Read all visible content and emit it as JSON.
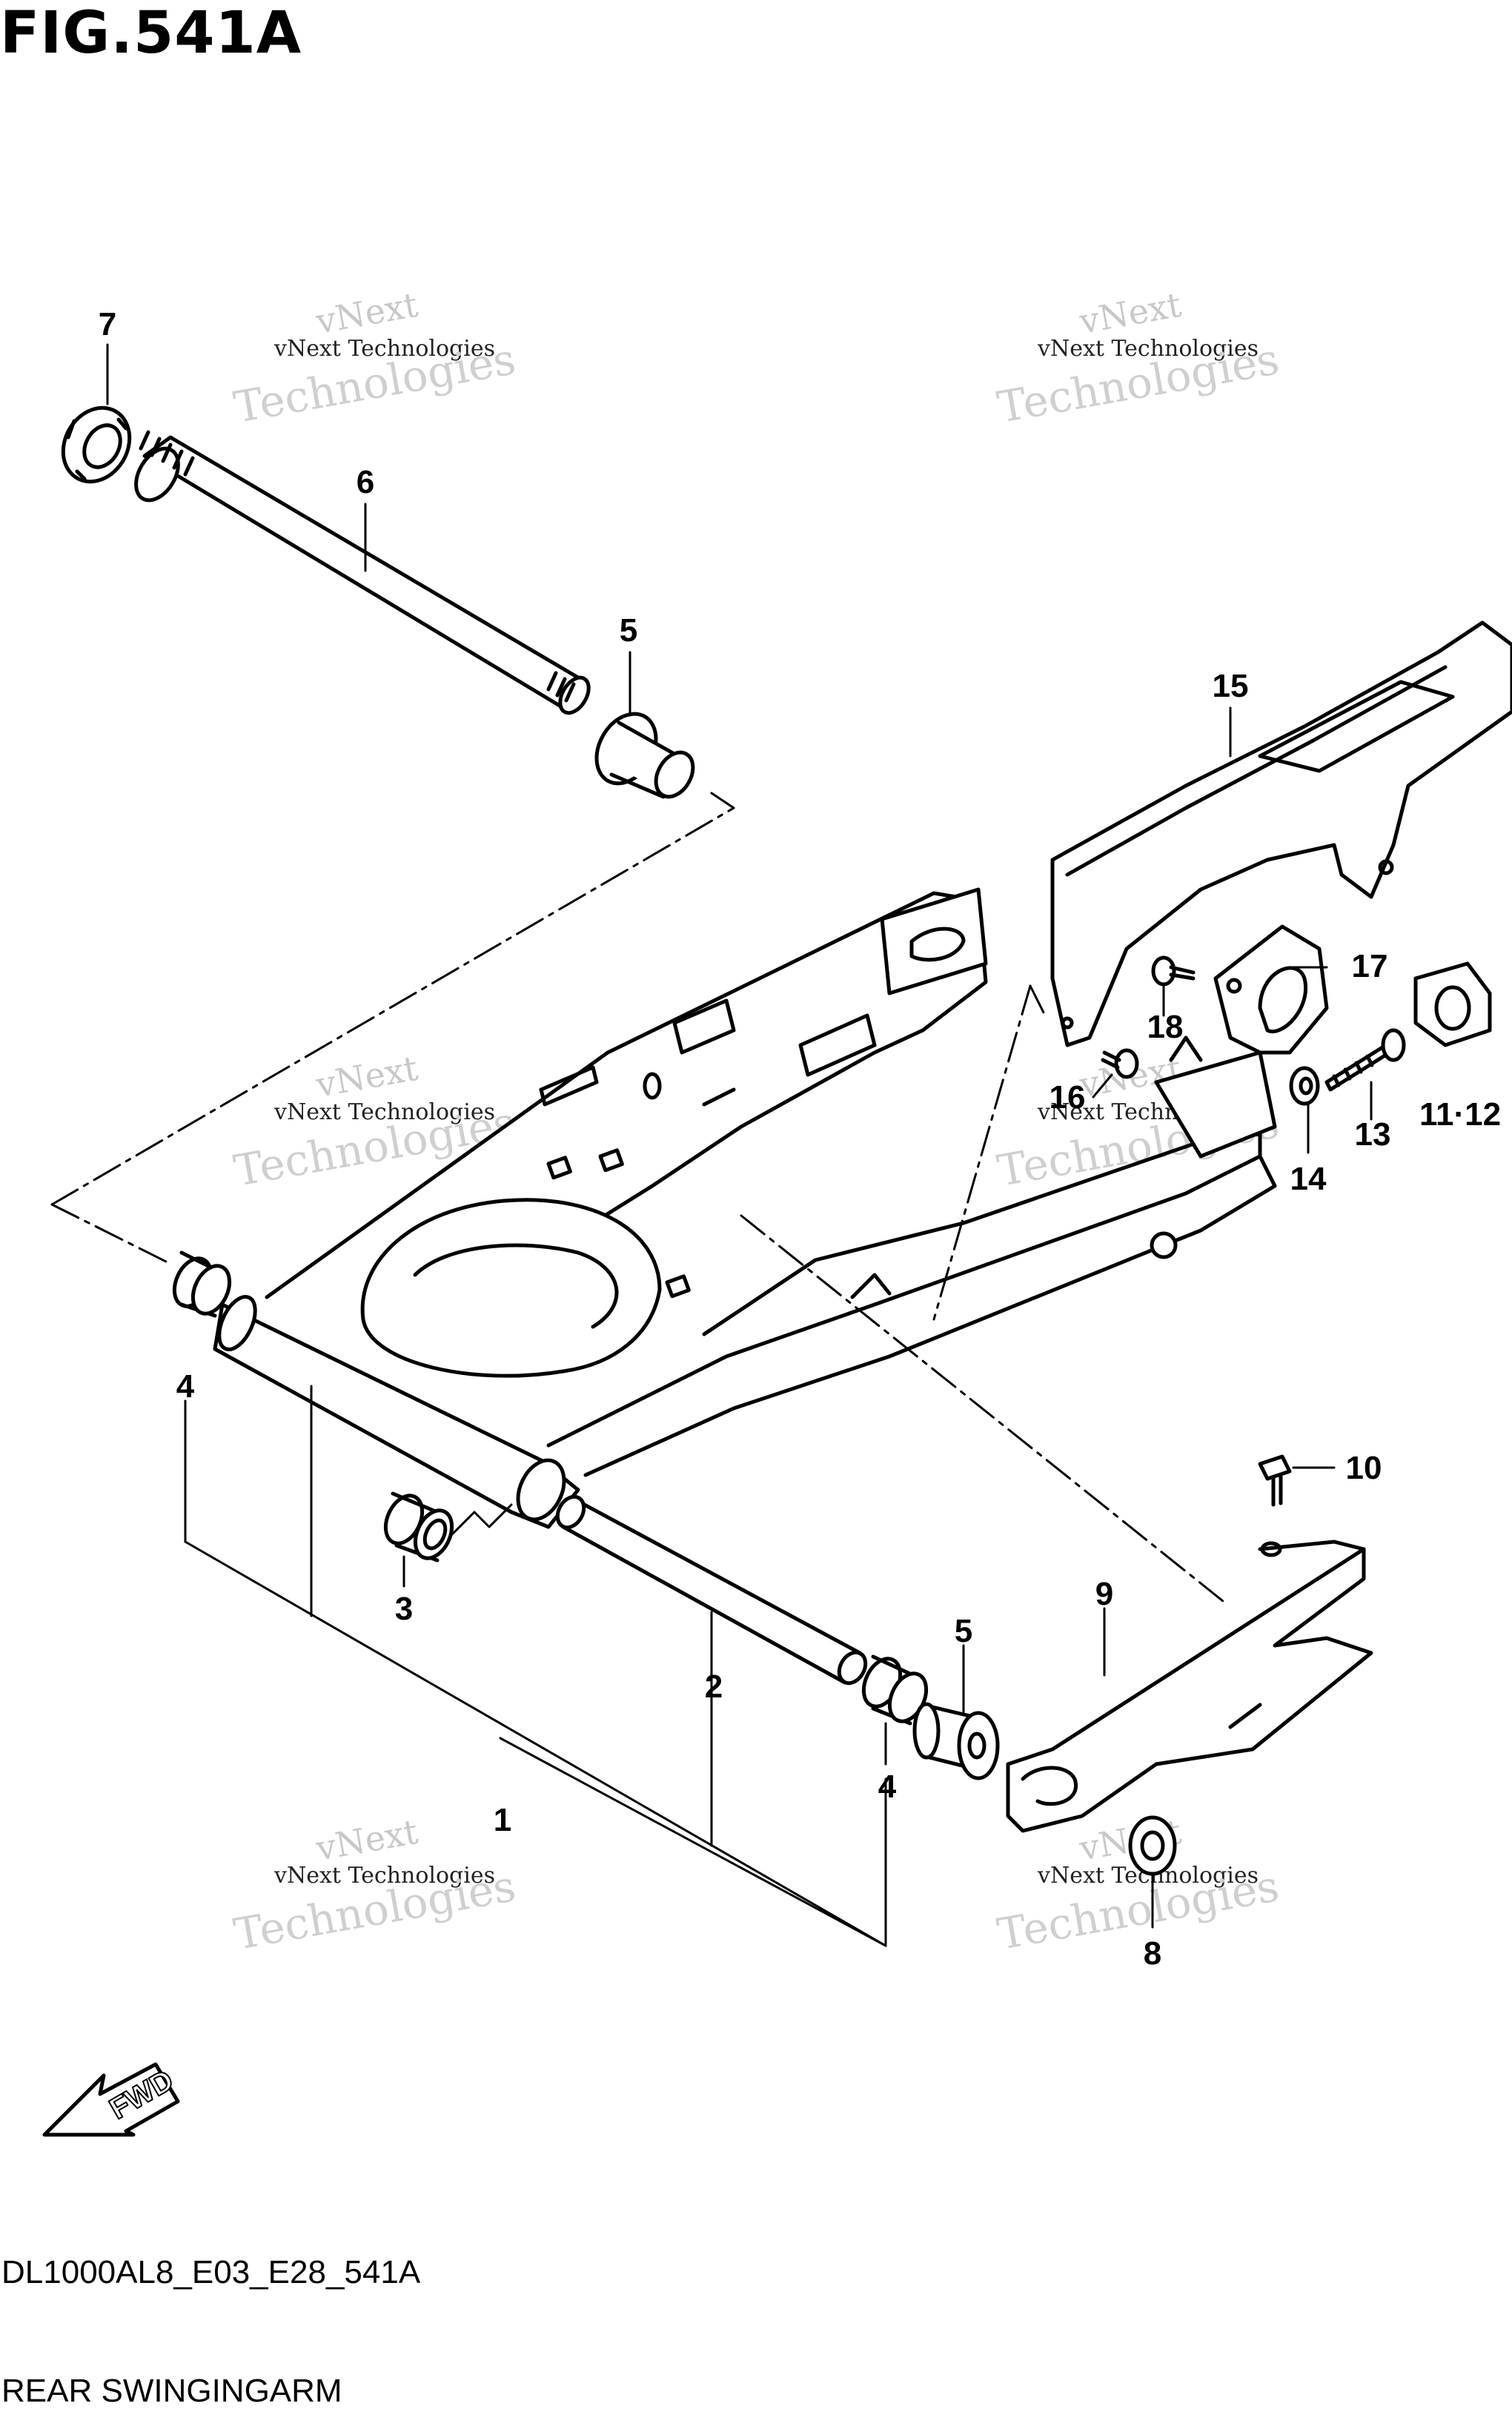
{
  "figure_title": "FIG.541A",
  "diagram_code": "DL1000AL8_E03_E28_541A",
  "diagram_caption": "REAR SWINGINGARM",
  "watermark": {
    "line1": "vNext",
    "line2": "vNext Technologies",
    "line3": "Technologies"
  },
  "fwd_label": "FWD",
  "callouts": {
    "c1": "1",
    "c2": "2",
    "c3": "3",
    "c4a": "4",
    "c4b": "4",
    "c5a": "5",
    "c5b": "5",
    "c6": "6",
    "c7": "7",
    "c8": "8",
    "c9": "9",
    "c10": "10",
    "c11_12": "11·12",
    "c13": "13",
    "c14": "14",
    "c15": "15",
    "c16": "16",
    "c17": "17",
    "c18": "18"
  }
}
